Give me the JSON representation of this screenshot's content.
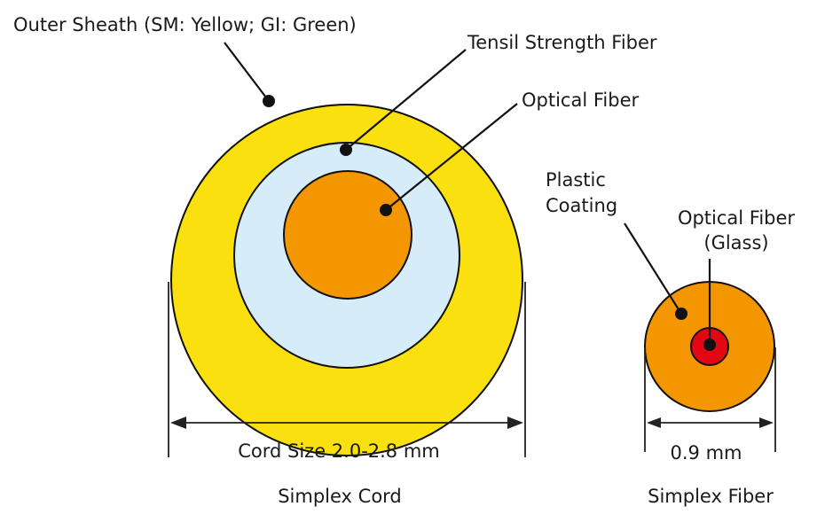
{
  "labels": {
    "outer_sheath": "Outer Sheath (SM: Yellow; GI: Green)",
    "tensile_fiber": "Tensil Strength Fiber",
    "optical_fiber_cord": "Optical Fiber",
    "plastic_coating_line1": "Plastic",
    "plastic_coating_line2": "Coating",
    "optical_fiber_glass_line1": "Optical Fiber",
    "optical_fiber_glass_line2": "(Glass)",
    "cord_size": "Cord Size 2.0-2.8 mm",
    "fiber_size": "0.9 mm",
    "simplex_cord": "Simplex Cord",
    "simplex_fiber": "Simplex Fiber"
  },
  "colors": {
    "outer_sheath": "#FBE00F",
    "tensile_fiber": "#D6ECF8",
    "optical_fiber_core": "#F39600",
    "plastic_coating": "#F39600",
    "glass_core": "#E30613",
    "line": "#111111"
  }
}
